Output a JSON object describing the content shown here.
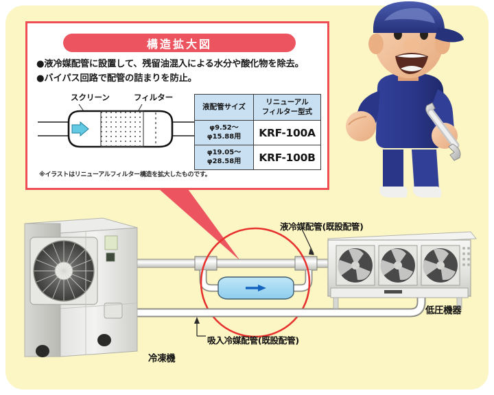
{
  "document": {
    "type": "technical-illustration",
    "language": "ja",
    "background_color": "#fcf5c4",
    "accent_color": "#ec5560"
  },
  "callout": {
    "banner_title": "構造拡大図",
    "border_color": "#ee4d55",
    "banner_color": "#ec5560",
    "bullets": [
      "●液冷媒配管に設置して、残留油混入による水分や酸化物を除去。",
      "●バイパス回路で配管の詰まりを防止。"
    ],
    "footnote": "※イラストはリニューアルフィルター構造を拡大したものです。"
  },
  "illustration": {
    "label_screen": "スクリーン",
    "label_filter": "フィルター",
    "flow_arrow_color": "#5bc8e0"
  },
  "spec_table": {
    "headers": [
      "液配管サイズ",
      "リニューアル\nフィルター型式"
    ],
    "header_line1_col2": "リニューアル",
    "header_line2_col2": "フィルター型式",
    "header_col1": "液配管サイズ",
    "header_bg": "#c9e0f2",
    "rows": [
      {
        "size_line1": "φ9.52～",
        "size_line2": "φ15.88用",
        "model": "KRF-100A"
      },
      {
        "size_line1": "φ19.05～",
        "size_line2": "φ28.58用",
        "model": "KRF-100B"
      }
    ]
  },
  "system_diagram": {
    "labels": {
      "liquid_pipe": "液冷媒配管(既設配管)",
      "suction_pipe": "吸入冷媒配管(既設配管)",
      "condensing_unit": "冷凍機",
      "low_pressure_unit": "低圧機器"
    },
    "highlight_circle_color": "#e8302c",
    "filter_body_color": "#9ed7f2",
    "filter_arrow_color": "#1565c0",
    "pipe_color": "#ffffff"
  },
  "mechanic": {
    "uniform_color": "#2c3a86",
    "cap_color": "#2c3a86",
    "skin_color": "#f2c09a",
    "tool": "wrench"
  }
}
